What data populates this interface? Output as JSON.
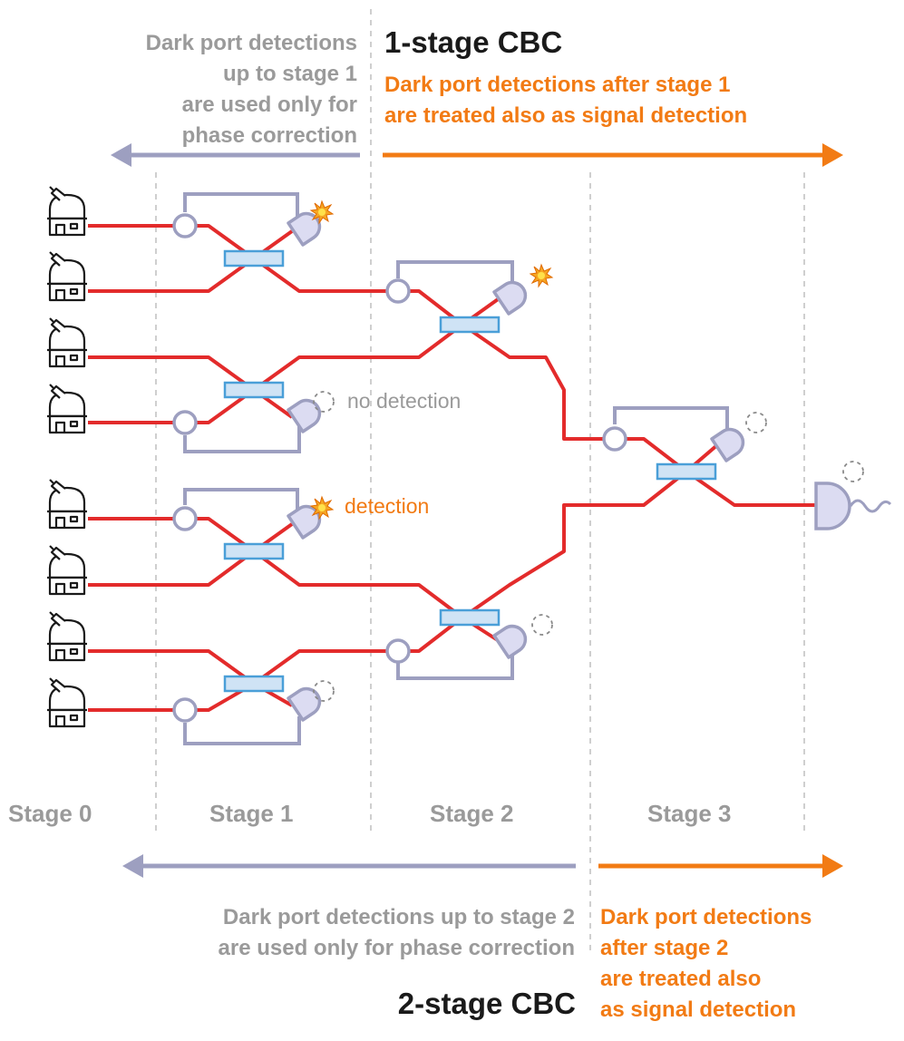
{
  "top": {
    "left_text": [
      "Dark port detections",
      "up to stage 1",
      "are used only for",
      "phase correction"
    ],
    "title": "1-stage CBC",
    "right_text": [
      "Dark port detections after stage 1",
      "are treated also as signal detection"
    ]
  },
  "stages": [
    "Stage 0",
    "Stage 1",
    "Stage 2",
    "Stage 3"
  ],
  "annotations": {
    "no_detection": "no detection",
    "detection": "detection"
  },
  "bottom": {
    "left_text": [
      "Dark port detections up to stage 2",
      "are used only for phase correction"
    ],
    "title": "2-stage CBC",
    "right_text": [
      "Dark port detections",
      "after stage 2",
      "are treated also",
      "as signal detection"
    ]
  },
  "colors": {
    "fiber": "#e32b2b",
    "feedback": "#9d9fc0",
    "detector_fill": "#dcdcf2",
    "beamsplitter_fill": "#cfe3f5",
    "beamsplitter_stroke": "#4a9fd8",
    "orange": "#f27b14",
    "grey_text": "#9a9a9a"
  }
}
